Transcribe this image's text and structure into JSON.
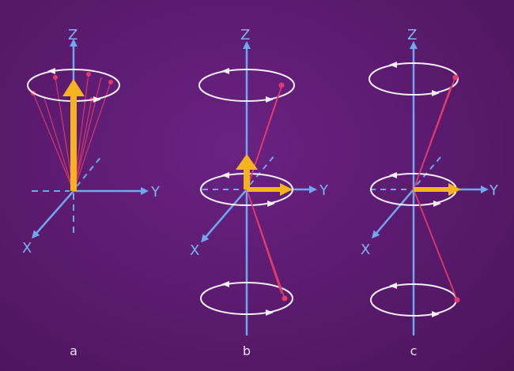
{
  "axis_labels": {
    "z": "Z",
    "y": "Y",
    "x": "X"
  },
  "panels": [
    {
      "label": "a"
    },
    {
      "label": "b"
    },
    {
      "label": "c"
    }
  ],
  "colors": {
    "axis": "#6fa8ee",
    "precession_ring": "#f2eef4",
    "spin_vector": "#e23a6a",
    "magnetization": "#f5b320",
    "background": "#5b1a6e"
  }
}
